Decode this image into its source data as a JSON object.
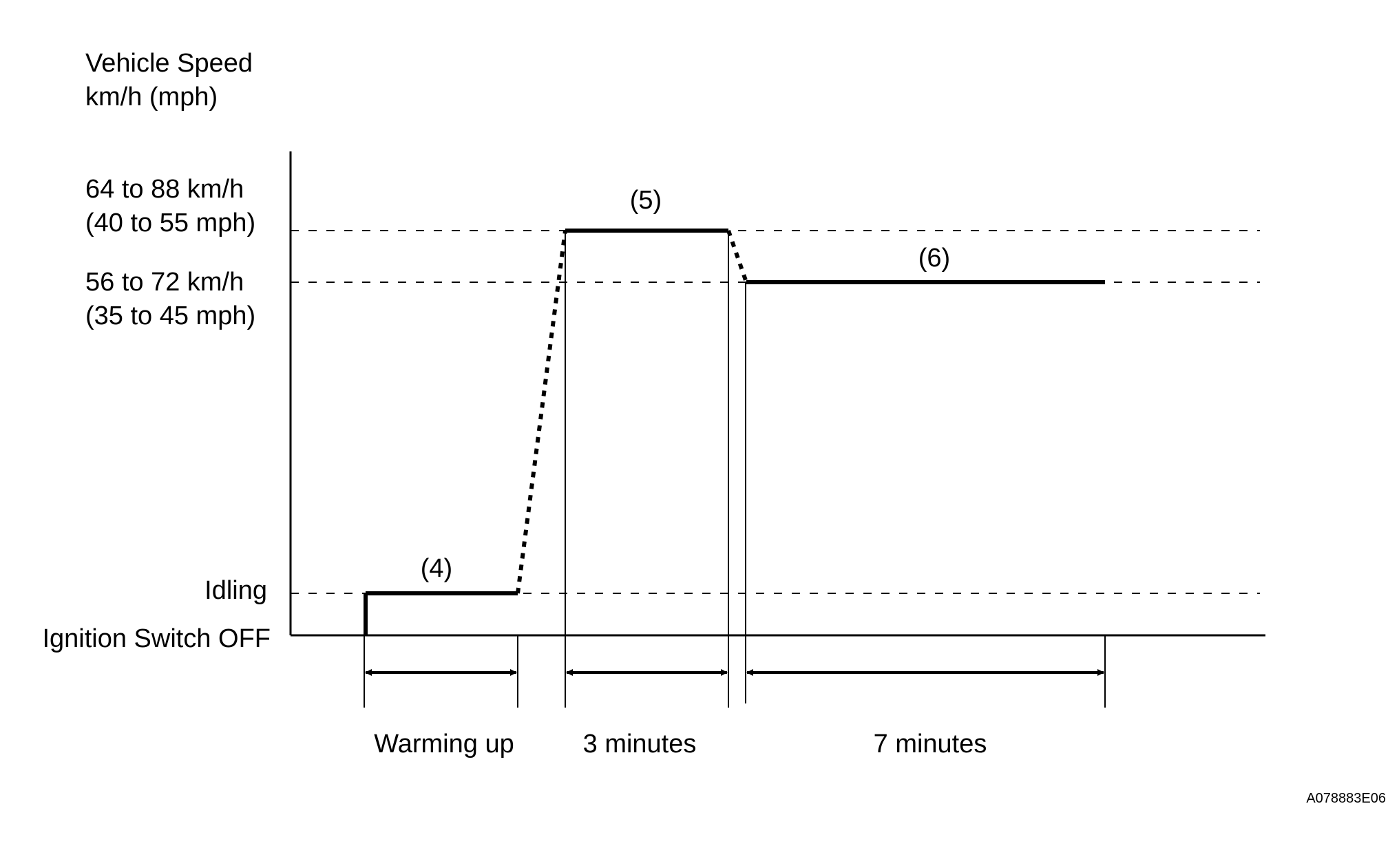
{
  "diagram": {
    "y_axis_title": {
      "line1": "Vehicle Speed",
      "line2": "km/h (mph)"
    },
    "levels": {
      "high": {
        "line1": "64 to 88 km/h",
        "line2": "(40 to 55 mph)"
      },
      "mid": {
        "line1": "56 to 72 km/h",
        "line2": "(35 to 45 mph)"
      },
      "idle": "Idling",
      "off": "Ignition Switch OFF"
    },
    "steps": {
      "step4": "(4)",
      "step5": "(5)",
      "step6": "(6)"
    },
    "durations": {
      "warming_up": "Warming up",
      "three_min": "3 minutes",
      "seven_min": "7 minutes"
    },
    "figure_code": "A078883E06",
    "colors": {
      "ink": "#000000",
      "background": "#ffffff"
    }
  }
}
